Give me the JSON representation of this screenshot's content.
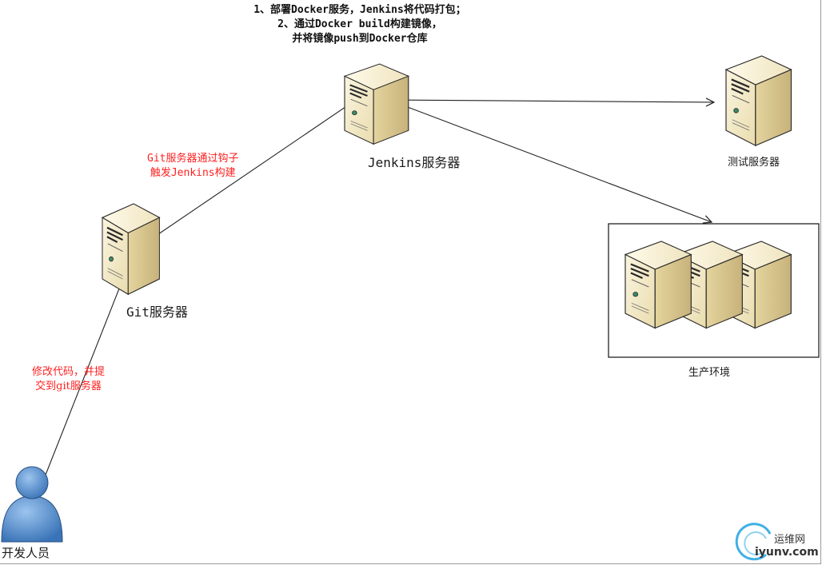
{
  "diagram": {
    "title_note": {
      "line1": "1、部署Docker服务，Jenkins将代码打包；",
      "line2": "2、通过Docker build构建镜像，",
      "line3": "并将镜像push到Docker仓库"
    },
    "nodes": {
      "jenkins": "Jenkins服务器",
      "git": "Git服务器",
      "test": "测试服务器",
      "production": "生产环境",
      "developer": "开发人员"
    },
    "edge_labels": {
      "git_hook": {
        "line1": "Git服务器通过钩子",
        "line2": "触发Jenkins构建"
      },
      "commit": {
        "line1": "修改代码，并提",
        "line2": "交到git服务器"
      }
    },
    "colors": {
      "server_face": "#f6edcf",
      "server_side": "#d8c68e",
      "note_red": "#ff1f1f",
      "person_blue": "#4a86c8"
    }
  },
  "watermark": {
    "text": "运维网",
    "url": "iyunv.com"
  }
}
